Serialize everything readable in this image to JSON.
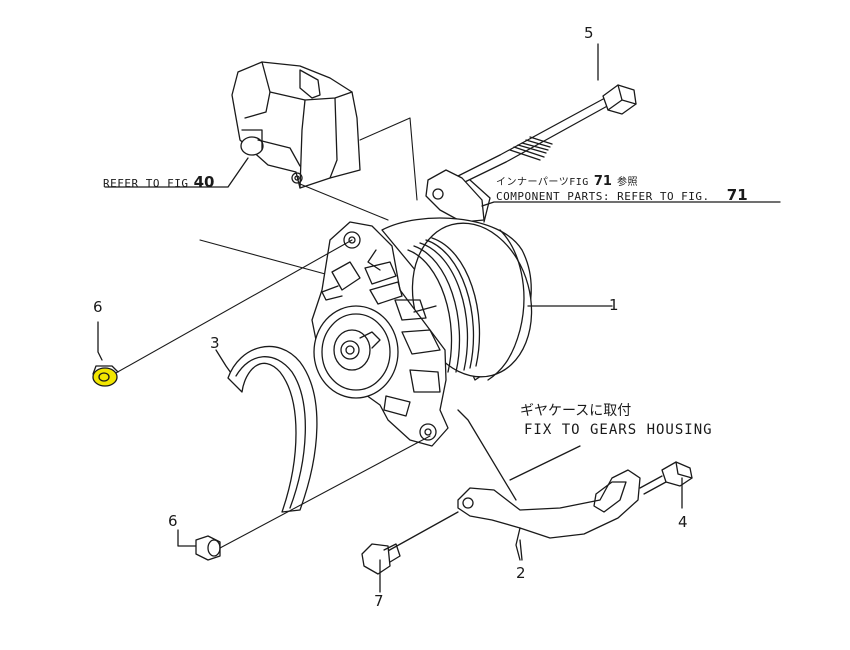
{
  "callouts": {
    "n1": "1",
    "n2": "2",
    "n3": "3",
    "n4": "4",
    "n5": "5",
    "n6_top": "6",
    "n6_bottom": "6",
    "n7": "7"
  },
  "refer_fig40": {
    "prefix": "REFER TO FIG",
    "number": "40"
  },
  "component_parts": {
    "jp_prefix": "インナーパーツFIG",
    "jp_number": "71",
    "jp_suffix": "参照",
    "en_prefix": "COMPONENT PARTS: REFER TO FIG.",
    "en_number": "71"
  },
  "fix_note": {
    "jp": "ギヤケースに取付",
    "en": "FIX TO GEARS HOUSING"
  },
  "colors": {
    "line": "#1a1a1a",
    "highlight": "#f2e600"
  }
}
